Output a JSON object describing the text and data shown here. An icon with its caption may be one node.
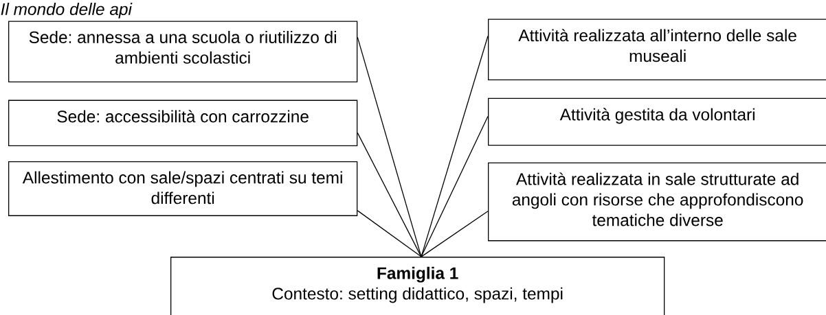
{
  "diagram": {
    "title": "Il mondo delle api",
    "nodes": [
      {
        "text": [
          "Sede: annessa a una scuola o riutilizzo di ambienti scolastici"
        ]
      },
      {
        "text": [
          "Sede: accessibilità con carrozzine"
        ]
      },
      {
        "text": [
          "Allestimento con sale/spazi centrati su temi differenti"
        ]
      },
      {
        "text": [
          "Attività realizzata all’interno delle sale museali"
        ]
      },
      {
        "text": [
          "Attività gestita da volontari"
        ]
      },
      {
        "text": [
          "Attività realizzata in sale strutturate ad angoli con risorse che approfondiscono tematiche diverse"
        ]
      },
      {
        "text": [
          "Famiglia 1",
          "Contesto: setting didattico, spazi, tempi"
        ]
      }
    ],
    "edges": [
      {
        "from": 0,
        "to": 6,
        "arrow": "none"
      },
      {
        "from": 1,
        "to": 6,
        "arrow": "none"
      },
      {
        "from": 2,
        "to": 6,
        "arrow": "none"
      },
      {
        "from": 3,
        "to": 6,
        "arrow": "none"
      },
      {
        "from": 4,
        "to": 6,
        "arrow": "none"
      },
      {
        "from": 5,
        "to": 6,
        "arrow": "none"
      }
    ]
  }
}
